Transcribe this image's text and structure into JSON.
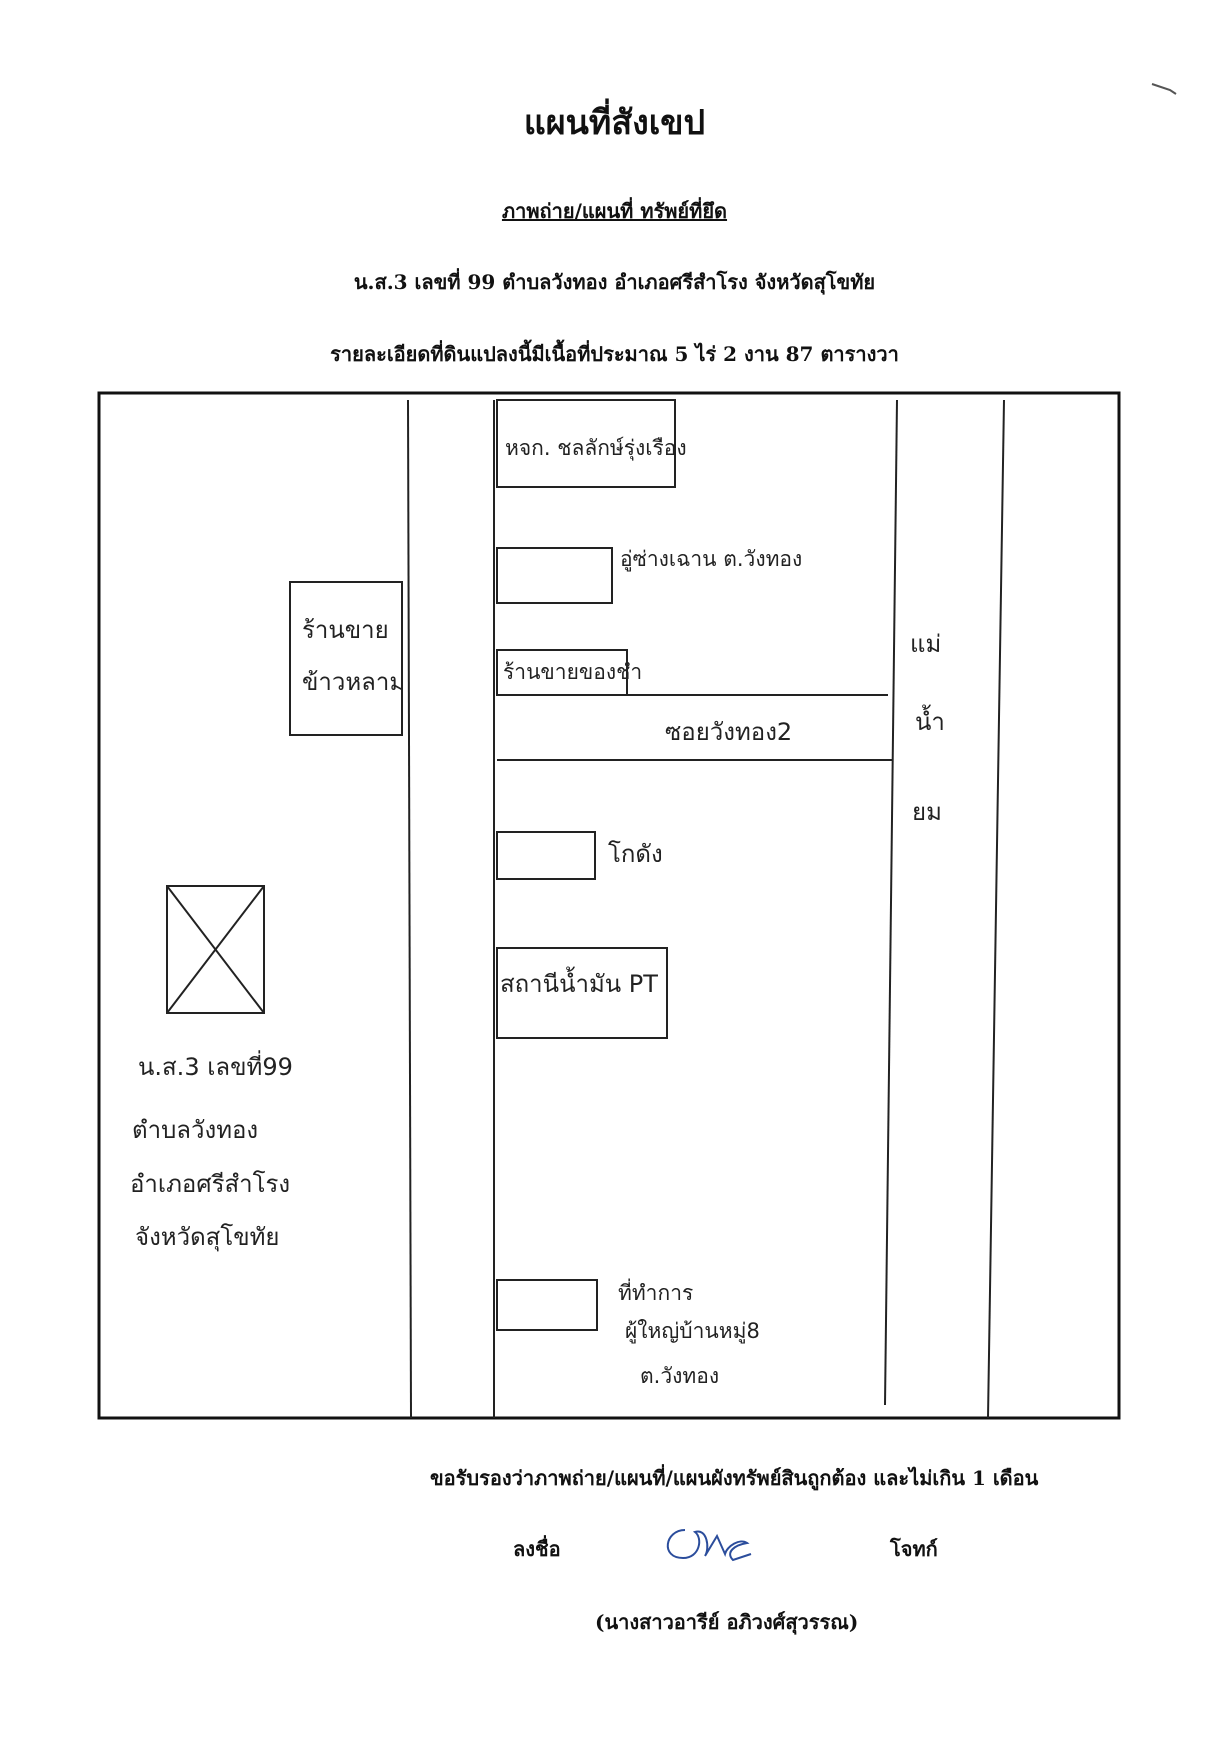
{
  "document": {
    "title": "แผนที่สังเขป",
    "subtitle": "ภาพถ่าย/แผนที่ ทรัพย์ที่ยึด",
    "parcel_line": "น.ส.3 เลขที่ 99 ตำบลวังทอง อำเภอศรีสำโรง จังหวัดสุโขทัย",
    "area_line": "รายละเอียดที่ดินแปลงนี้มีเนื้อที่ประมาณ 5 ไร่ 2 งาน 87 ตารางวา"
  },
  "map": {
    "labels": {
      "shop_top": "หจก. ชลลักษ์รุ่งเรือง",
      "garage": "อู่ซ่างเฉาน ต.วังทอง",
      "store_left_1": "ร้านขาย",
      "store_left_2": "ข้าวหลาม",
      "store_right": "ร้านขายของชำ",
      "soi": "ซอยวังทอง2",
      "river_1": "แม่",
      "river_2": "น้ำ",
      "river_3": "ยม",
      "warehouse": "โกดัง",
      "gas_station": "สถานีน้ำมัน PT",
      "parcel_1": "น.ส.3 เลขที่99",
      "parcel_2": "ตำบลวังทอง",
      "parcel_3": "อำเภอศรีสำโรง",
      "parcel_4": "จังหวัดสุโขทัย",
      "office_1": "ที่ทำการ",
      "office_2": "ผู้ใหญ่บ้านหมู่8",
      "office_3": "ต.วังทอง"
    }
  },
  "footer": {
    "certify": "ขอรับรองว่าภาพถ่าย/แผนที่/แผนผังทรัพย์สินถูกต้อง และไม่เกิน 1 เดือน",
    "sign_label": "ลงชื่อ",
    "role": "โจทก์",
    "signer_name": "(นางสาวอารีย์ อภิวงศ์สุวรรณ)"
  }
}
